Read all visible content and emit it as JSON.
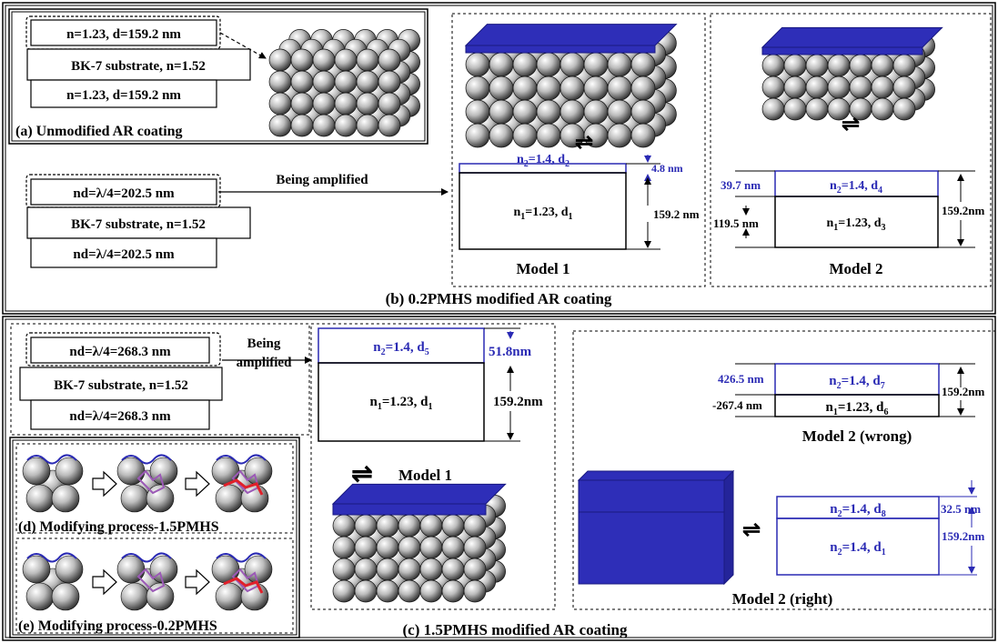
{
  "colors": {
    "blue": "#2a2ab4",
    "slab": "#2e2eb8",
    "black": "#000000",
    "red": "#e0202a",
    "purple": "#9b59b6"
  },
  "icons": [
    "sphere-stack-icon",
    "blue-film-icon",
    "equilibrium-arrows-icon",
    "hollow-arrow-icon"
  ],
  "panel_a": {
    "top_layer": "n=1.23, d=159.2 nm",
    "substrate": "BK-7 substrate, n=1.52",
    "bottom_layer": "n=1.23, d=159.2 nm",
    "caption": "(a) Unmodified AR coating"
  },
  "panel_b": {
    "top_layer": "nd=λ/4=202.5 nm",
    "substrate": "BK-7 substrate, n=1.52",
    "bottom_layer": "nd=λ/4=202.5 nm",
    "arrow_label": "Being amplified",
    "model1": {
      "top_n": "n",
      "top_sub": "2",
      "top_rest": "=1.4, d",
      "top_d": "2",
      "bot_n": "n",
      "bot_sub": "1",
      "bot_rest": "=1.23, d",
      "bot_d": "1",
      "dim_top": "4.8 nm",
      "dim_total": "159.2 nm",
      "caption": "Model 1"
    },
    "model2": {
      "top_n": "n",
      "top_sub": "2",
      "top_rest": "=1.4, d",
      "top_d": "4",
      "bot_n": "n",
      "bot_sub": "1",
      "bot_rest": "=1.23, d",
      "bot_d": "3",
      "dim_top": "39.7 nm",
      "dim_bottom": "119.5 nm",
      "dim_total": "159.2nm",
      "caption": "Model 2"
    },
    "caption": "(b) 0.2PMHS modified AR coating"
  },
  "panel_c": {
    "top_layer": "nd=λ/4=268.3 nm",
    "substrate": "BK-7 substrate, n=1.52",
    "bottom_layer": "nd=λ/4=268.3 nm",
    "arrow_label_1": "Being",
    "arrow_label_2": "amplified",
    "model1": {
      "top_n": "n",
      "top_sub": "2",
      "top_rest": "=1.4, d",
      "top_d": "5",
      "bot_n": "n",
      "bot_sub": "1",
      "bot_rest": "=1.23, d",
      "bot_d": "1",
      "dim_top": "51.8nm",
      "dim_total": "159.2nm",
      "caption": "Model 1"
    },
    "model2_wrong": {
      "top_n": "n",
      "top_sub": "2",
      "top_rest": "=1.4, d",
      "top_d": "7",
      "bot_n": "n",
      "bot_sub": "1",
      "bot_rest": "=1.23, d",
      "bot_d": "6",
      "dim_top": "426.5 nm",
      "dim_bottom": "-267.4 nm",
      "dim_total": "159.2nm",
      "caption": "Model 2 (wrong)"
    },
    "model2_right": {
      "top_n": "n",
      "top_sub": "2",
      "top_rest": "=1.4, d",
      "top_d": "8",
      "bot_n": "n",
      "bot_sub": "2",
      "bot_rest": "=1.4, d",
      "bot_d": "1",
      "dim_top": "32.5 nm",
      "dim_total": "159.2nm",
      "caption": "Model 2 (right)"
    },
    "caption": "(c) 1.5PMHS modified AR coating"
  },
  "panel_d": {
    "caption": "(d) Modifying process-1.5PMHS"
  },
  "panel_e": {
    "caption": "(e) Modifying process-0.2PMHS"
  }
}
